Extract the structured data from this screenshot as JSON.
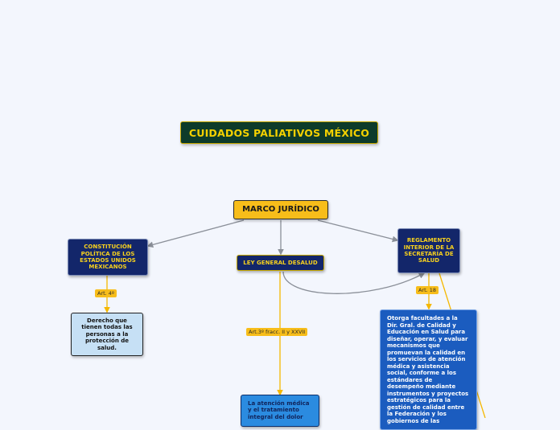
{
  "diagram": {
    "title": "CUIDADOS PALIATIVOS MÉXICO",
    "nodes": {
      "marco": "MARCO JURÍDICO",
      "constitucion": "CONSTITUCIÓN POLÍTICA DE LOS ESTADOS UNIDOS MEXICANOS",
      "ley": "LEY GENERAL DESALUD",
      "reglamento": "REGLAMENTO INTERIOR DE LA SECRETARÍA DE SALUD",
      "derecho": "Derecho que tienen todas las personas a la protección de salud.",
      "otorga": "Otorga facultades a la Dir. Gral. de Calidad y Educación en Salud para diseñar, operar, y evaluar mecanismos que promuevan la calidad en los servicios de atención médica y asistencia social, conforme a los estándares de desempeño mediante instrumentos y proyectos estratégicos para la gestión de calidad entre la Federación y los gobiernos de las",
      "atencion": "La atención médica y el tratamiento integral del dolor"
    },
    "labels": {
      "art4": "Art. 4º",
      "art3": "Art.3º fracc. II y XXVII",
      "art18": "Art. 18"
    },
    "colors": {
      "title_bg": "#0d3b2a",
      "title_text": "#f4d000",
      "marco_bg": "#f7bd1a",
      "navy_bg": "#13266a",
      "navy_text": "#f7d11e",
      "light_bg": "#c6e0f5",
      "blue_bg": "#1b5cbf",
      "label_bg": "#f7bd1a",
      "grey_link": "#8a8f98",
      "yellow_link": "#f5b800"
    }
  }
}
